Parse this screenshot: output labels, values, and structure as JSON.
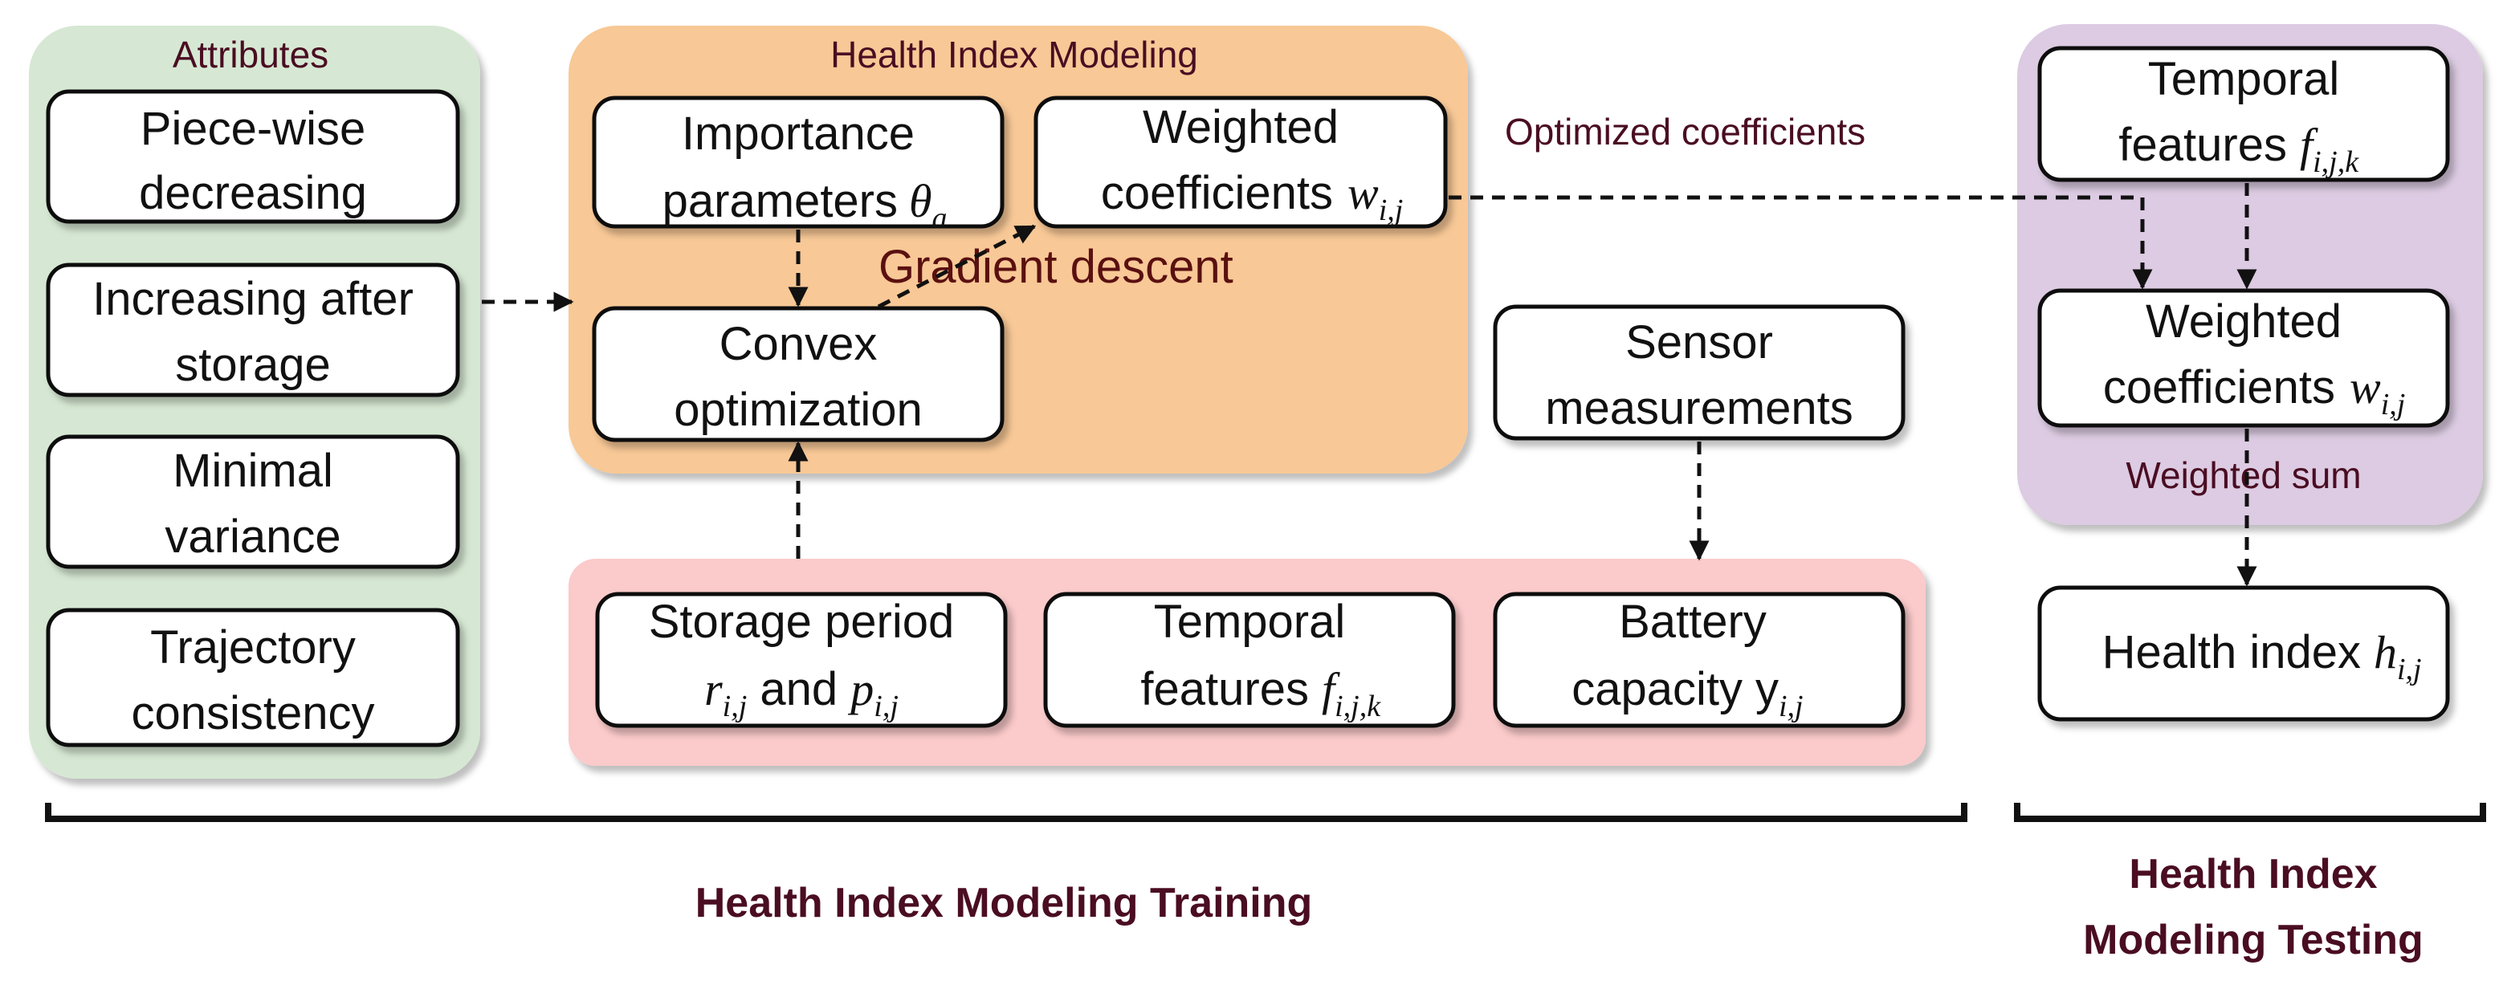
{
  "colors": {
    "attributes_panel": "#d6e8d3",
    "modeling_panel": "#f8c896",
    "inputs_panel": "#fbcaca",
    "testing_panel": "#dccbe2",
    "title_text": "#4a0d22",
    "gradient_label": "#5a1010"
  },
  "panels": {
    "attributes": {
      "title": "Attributes"
    },
    "modeling": {
      "title": "Health Index Modeling"
    }
  },
  "attributes": [
    {
      "line1": "Piece-wise",
      "line2": "decreasing"
    },
    {
      "line1": "Increasing after",
      "line2": "storage"
    },
    {
      "line1": "Minimal",
      "line2": "variance"
    },
    {
      "line1": "Trajectory",
      "line2": "consistency"
    }
  ],
  "modeling": {
    "importance": {
      "line1": "Importance",
      "line2": "parameters",
      "symbol": "θ",
      "subscript": "a"
    },
    "weighted": {
      "line1": "Weighted",
      "line2": "coefficients",
      "symbol": "w",
      "subscript": "i,j"
    },
    "convex": {
      "line1": "Convex",
      "line2": "optimization"
    },
    "gradient_label": "Gradient descent"
  },
  "sensor": {
    "line1": "Sensor",
    "line2": "measurements"
  },
  "inputs": {
    "storage": {
      "line1": "Storage period",
      "r_symbol": "r",
      "r_sub": "i,j",
      "and": "and",
      "p_symbol": "p",
      "p_sub": "i,j"
    },
    "temporal": {
      "line1": "Temporal",
      "line2": "features",
      "symbol": "f",
      "subscript": "i,j,k"
    },
    "battery": {
      "line1": "Battery",
      "line2": "capacity",
      "symbol": "y",
      "subscript": "i,j"
    }
  },
  "testing": {
    "temporal": {
      "line1": "Temporal",
      "line2": "features",
      "symbol": "f",
      "subscript": "i,j,k"
    },
    "weighted": {
      "line1": "Weighted",
      "line2": "coefficients",
      "symbol": "w",
      "subscript": "i,j"
    },
    "health": {
      "label": "Health index",
      "symbol": "h",
      "subscript": "i,j"
    },
    "weighted_sum_label": "Weighted sum"
  },
  "edge_labels": {
    "optimized": "Optimized coefficients"
  },
  "sections": {
    "training": "Health Index Modeling Training",
    "testing_line1": "Health Index",
    "testing_line2": "Modeling Testing"
  }
}
